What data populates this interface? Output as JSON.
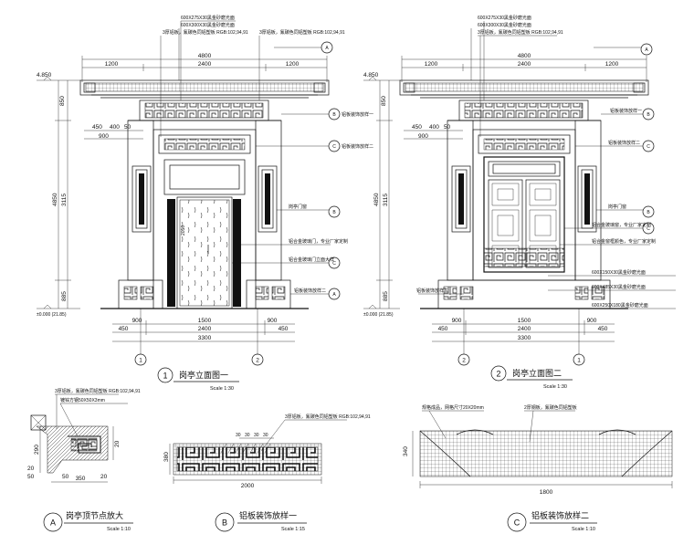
{
  "elevation1": {
    "title": "岗亭立面图一",
    "number": "1",
    "scale": "Scale 1:30",
    "level_top": "4.850",
    "level_zero": "±0.000 (21.85)",
    "dims_top": [
      "1200",
      "2400",
      "1200"
    ],
    "dim_total": "4800",
    "dims_small": [
      "450",
      "400",
      "50"
    ],
    "dim_900_upper": "900",
    "dims_bottom": [
      "900",
      "1500",
      "900"
    ],
    "dims_bottom2": [
      "450",
      "2400",
      "450"
    ],
    "dim_bottom_total": "3300",
    "dims_left": [
      "850",
      "4850",
      "3115",
      "885"
    ],
    "door_label": "2050",
    "notes_top": [
      "600X275X30黑金砂磨光面",
      "600X300X30黑金砂磨光面",
      "3厚铝板，氟碳色同铝塑板 RGB:102,94,91",
      "3厚铝板，氟碳色同铝塑板 RGB:102,94,91"
    ],
    "notes_right": [
      "铝板装饰放样一",
      "铝板装饰放样二",
      "岗亭门窗",
      "铝合金玻璃门，专业厂家定制",
      "铝合金玻璃门立面大样",
      "铝板装饰放样二"
    ],
    "bubbles": [
      "A",
      "B",
      "C",
      "B",
      "C",
      "A"
    ],
    "axes": [
      "1",
      "2"
    ]
  },
  "elevation2": {
    "title": "岗亭立面图二",
    "number": "2",
    "scale": "Scale 1:30",
    "level_top": "4.850",
    "level_zero": "±0.000 (21.85)",
    "dims_top": [
      "1200",
      "2400",
      "1200"
    ],
    "dim_total": "4800",
    "dims_small": [
      "450",
      "400",
      "50"
    ],
    "dim_900_upper": "900",
    "dims_bottom": [
      "900",
      "1500",
      "900"
    ],
    "dims_bottom2": [
      "450",
      "2400",
      "450"
    ],
    "dim_bottom_total": "3300",
    "dims_left": [
      "850",
      "4850",
      "3115",
      "885"
    ],
    "notes_top": [
      "600X275X30黑金砂磨光面",
      "600X300X30黑金砂磨光面",
      "3厚铝板，氟碳色同铝塑板 RGB:102,94,91"
    ],
    "notes_right": [
      "铝板装饰放样一",
      "铝板装饰放样二",
      "岗亭门窗",
      "铝合金玻璃窗，专业厂家定制",
      "铝合金窗框颜色，专业厂家定制",
      "600X150X30黑金砂磨光面",
      "600X485X30黑金砂磨光面",
      "600X250X180黑金砂磨光面"
    ],
    "note_left": "铝板装饰放样三",
    "bubbles": [
      "A",
      "B",
      "C",
      "B",
      "C"
    ],
    "axes": [
      "2",
      "1"
    ]
  },
  "detailA": {
    "letter": "A",
    "title": "岗亭顶节点放大",
    "scale": "Scale 1:10",
    "note1": "3厚铝板，氟碳色同铝塑板 RGB:102,94,91",
    "note2": "镀锌方钢50X50X3mm",
    "dims": [
      "290",
      "20",
      "350",
      "50",
      "20"
    ],
    "dims_left": [
      "50",
      "20"
    ]
  },
  "detailB": {
    "letter": "B",
    "title": "铝板装饰放样一",
    "scale": "Scale 1:15",
    "note": "3厚铝板，氟碳色同铝塑板 RGB:102,94,91",
    "dim_width": "2000",
    "dim_height": "380",
    "dim_small": [
      "30",
      "30",
      "30",
      "30"
    ]
  },
  "detailC": {
    "letter": "C",
    "title": "铝板装饰放样二",
    "scale": "Scale 1:10",
    "note1": "规格成品，网格尺寸20X20mm",
    "note2": "2厚钢板，氟碳色同铝塑板",
    "dim_width": "1800",
    "dim_height": "340"
  }
}
